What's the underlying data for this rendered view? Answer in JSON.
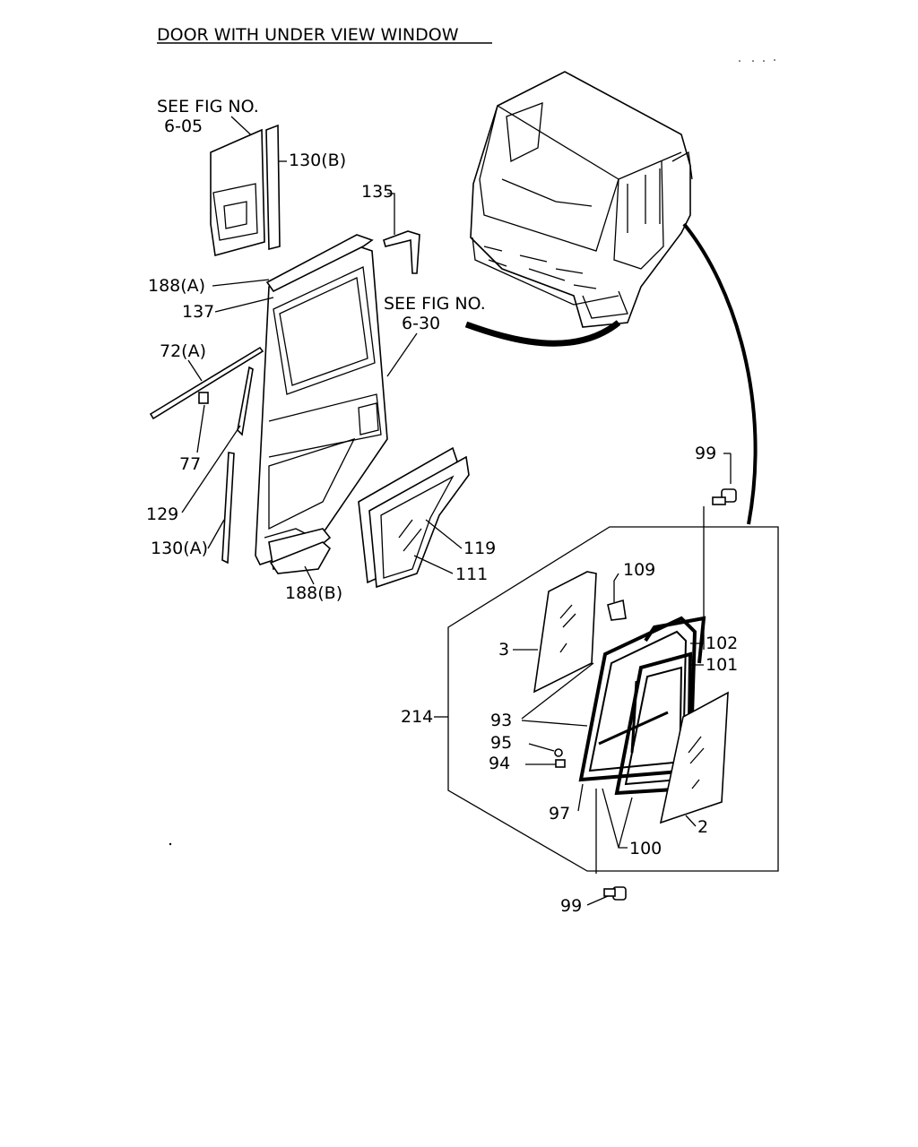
{
  "title": "DOOR  WITH UNDER VIEW  WINDOW",
  "refs": {
    "see_fig_605_line1": "SEE FIG NO.",
    "see_fig_605_line2": "6-05",
    "see_fig_630_line1": "SEE FIG NO.",
    "see_fig_630_line2": "6-30"
  },
  "callouts": {
    "p130b": "130(B)",
    "p135": "135",
    "p188a": "188(A)",
    "p137": "137",
    "p72a": "72(A)",
    "p77": "77",
    "p129": "129",
    "p130a": "130(A)",
    "p188b": "188(B)",
    "p119": "119",
    "p111": "111",
    "p99_top": "99",
    "p109": "109",
    "p102": "102",
    "p101": "101",
    "p3": "3",
    "p214": "214",
    "p93": "93",
    "p95": "95",
    "p94": "94",
    "p97": "97",
    "p100": "100",
    "p2": "2",
    "p99_bottom": "99"
  }
}
